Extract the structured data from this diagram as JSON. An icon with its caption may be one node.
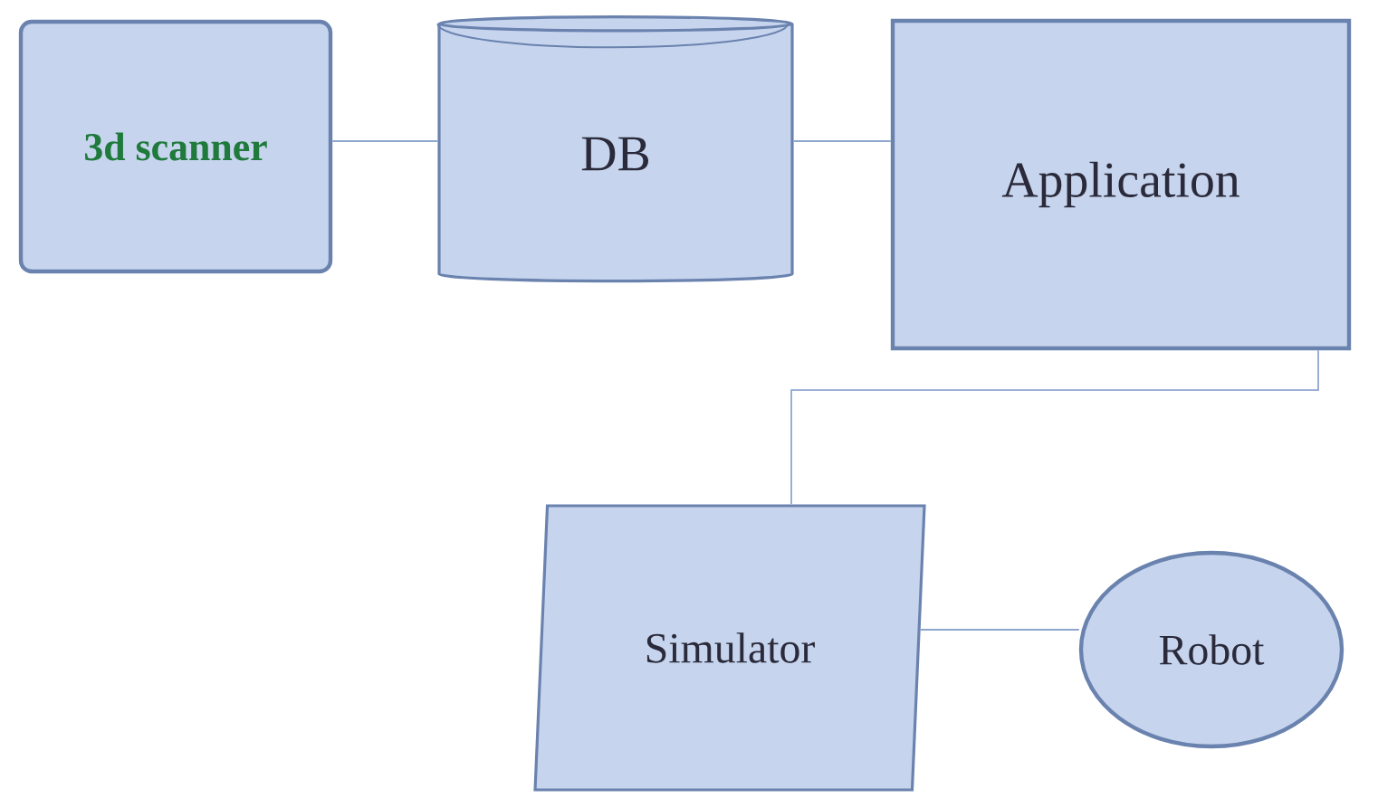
{
  "diagram": {
    "nodes": [
      {
        "text": [
          "3d scanner"
        ]
      },
      {
        "text": [
          "DB"
        ]
      },
      {
        "text": [
          "Application"
        ]
      },
      {
        "text": [
          "Simulator"
        ]
      },
      {
        "text": [
          "Robot"
        ]
      }
    ],
    "edges": [
      {
        "from": 0,
        "to": 1,
        "arrow": "none"
      },
      {
        "from": 1,
        "to": 2,
        "arrow": "none"
      },
      {
        "from": 2,
        "to": 3,
        "arrow": "none"
      },
      {
        "from": 3,
        "to": 4,
        "arrow": "none"
      }
    ]
  }
}
